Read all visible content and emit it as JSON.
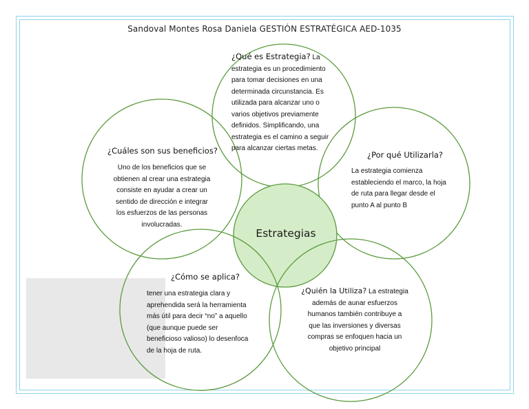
{
  "title": "Sandoval Montes Rosa Daniela GESTIÓN ESTRATÉGICA AED-1035",
  "center": {
    "label": "Estrategias",
    "fill": "#d5ecc8",
    "stroke": "#5a9a3c"
  },
  "petals": {
    "que": {
      "heading": "¿Qué es Estrategia?",
      "heading_tail": " La",
      "lines": [
        "estrategia es un procedimiento",
        "para tomar decisiones en una",
        "determinada circunstancia. Es",
        "utilizada para alcanzar uno o",
        "varios objetivos previamente",
        "definidos. Simplificando, una",
        "estrategia es el camino a seguir",
        "para alcanzar ciertas metas."
      ]
    },
    "porque": {
      "heading": "¿Por qué Utilizarla?",
      "lines": [
        "La estrategia comienza",
        "estableciendo el marco, la hoja",
        "de ruta para llegar desde el",
        "punto A al punto B"
      ]
    },
    "beneficios": {
      "heading": "¿Cuáles son sus beneficios?",
      "lines": [
        "Uno de los beneficios que se",
        "obtienen al crear una estrategia",
        "consiste en ayudar a crear un",
        "sentido de dirección e integrar",
        "los esfuerzos de las personas",
        "involucradas."
      ]
    },
    "como": {
      "heading": "¿Cómo se aplica?",
      "lines": [
        "tener una estrategia clara y",
        "aprehendida será la herramienta",
        "más útil para decir “no” a aquello",
        "(que aunque puede ser",
        "beneficioso  valioso) lo desenfoca",
        "de la hoja de ruta."
      ]
    },
    "quien": {
      "heading": "¿Quién la Utiliza?",
      "heading_tail": " La estrategia",
      "lines": [
        "además de aunar esfuerzos",
        "humanos también contribuye a",
        "que las inversiones y diversas",
        "compras se enfoquen hacia un",
        "objetivo principal"
      ]
    }
  },
  "colors": {
    "petal_stroke": "#5a9a3c",
    "frame": "#8fd3ea",
    "gray_block": "#e8e8e8"
  }
}
